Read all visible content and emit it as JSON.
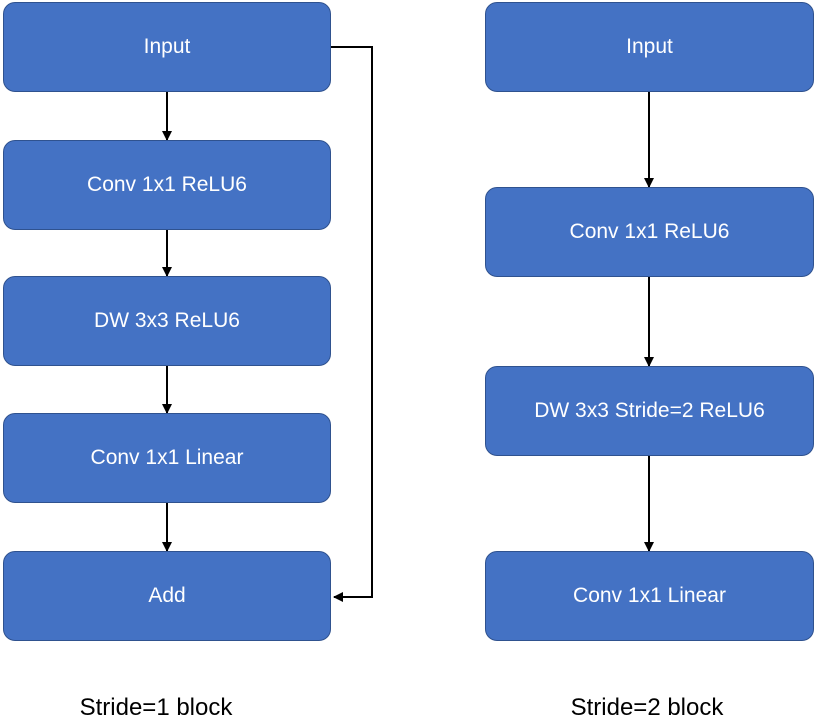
{
  "left_block": {
    "nodes": [
      "Input",
      "Conv 1x1 ReLU6",
      "DW 3x3 ReLU6",
      "Conv 1x1 Linear",
      "Add"
    ],
    "caption": "Stride=1 block"
  },
  "right_block": {
    "nodes": [
      "Input",
      "Conv 1x1 ReLU6",
      "DW 3x3 Stride=2 ReLU6",
      "Conv 1x1 Linear"
    ],
    "caption": "Stride=2 block"
  },
  "colors": {
    "node_fill": "#4472c4",
    "node_border": "#2f528f",
    "node_text": "#ffffff",
    "arrow": "#000000"
  }
}
